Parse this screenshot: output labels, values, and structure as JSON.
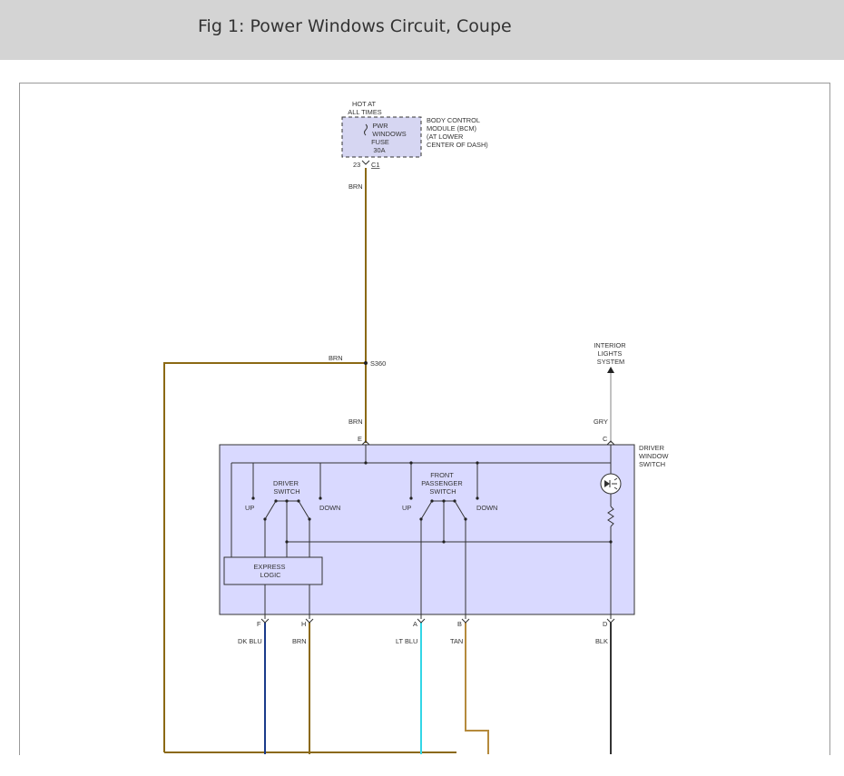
{
  "page": {
    "title": "Fig 1: Power Windows Circuit, Coupe"
  },
  "colors": {
    "brn": "#8b6914",
    "dk_blu": "#1a3a8a",
    "lt_blu": "#33d6e6",
    "tan": "#b58a3c",
    "gry": "#9a9a9a",
    "blk": "#333333",
    "module_fill": "#d9d9ff",
    "fuse_fill": "#d6d6f2"
  },
  "fuse": {
    "hot_label": [
      "HOT AT",
      "ALL TIMES"
    ],
    "label": [
      "PWR",
      "WINDOWS",
      "FUSE",
      "30A"
    ],
    "module_label": [
      "BODY CONTROL",
      "MODULE (BCM)",
      "(AT LOWER",
      "CENTER OF DASH)"
    ],
    "pin": "23",
    "connector": "C1"
  },
  "wires": {
    "fuse_out": "BRN",
    "splice_branch": "BRN",
    "splice": "S360",
    "to_pin_e": "BRN",
    "to_pin_c": "GRY",
    "f": "DK BLU",
    "h": "BRN",
    "a": "LT BLU",
    "b": "TAN",
    "d": "BLK"
  },
  "interior_lights": [
    "INTERIOR",
    "LIGHTS",
    "SYSTEM"
  ],
  "switch_module": {
    "label": [
      "DRIVER",
      "WINDOW",
      "SWITCH"
    ],
    "driver_switch": [
      "DRIVER",
      "SWITCH"
    ],
    "passenger_switch": [
      "FRONT",
      "PASSENGER",
      "SWITCH"
    ],
    "up": "UP",
    "down": "DOWN",
    "express_logic": [
      "EXPRESS",
      "LOGIC"
    ]
  },
  "pins": {
    "e": "E",
    "c": "C",
    "f": "F",
    "h": "H",
    "a": "A",
    "b": "B",
    "d": "D"
  }
}
